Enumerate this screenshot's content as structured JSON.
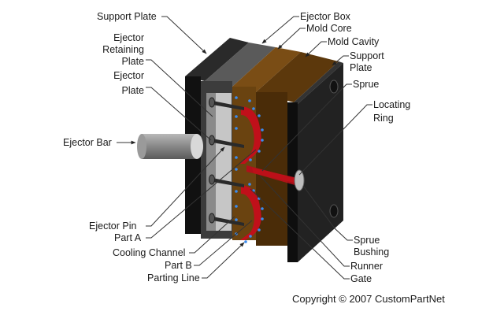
{
  "diagram": {
    "title": "Injection mold cross-section",
    "labels": {
      "support_plate_left": "Support Plate",
      "ejector_retaining_plate": [
        "Ejector",
        "Retaining",
        "Plate"
      ],
      "ejector_plate": [
        "Ejector",
        "Plate"
      ],
      "ejector_bar": "Ejector Bar",
      "ejector_pin": "Ejector Pin",
      "part_a": "Part A",
      "cooling_channel": "Cooling Channel",
      "part_b": "Part B",
      "parting_line": "Parting Line",
      "ejector_box": "Ejector Box",
      "mold_core": "Mold Core",
      "mold_cavity": "Mold Cavity",
      "support_plate_right": [
        "Support",
        "Plate"
      ],
      "sprue": "Sprue",
      "locating_ring": [
        "Locating",
        "Ring"
      ],
      "sprue_bushing": [
        "Sprue",
        "Bushing"
      ],
      "runner": "Runner",
      "gate": "Gate"
    },
    "colors": {
      "steel_dark": "#1c1c1c",
      "steel_gray": "#4a4a4a",
      "core_brown": "#6a4310",
      "cavity_brown": "#4a2c08",
      "plastic_red": "#c0101a",
      "cooling_blue": "#3a8cf0"
    }
  },
  "copyright": "Copyright © 2007 CustomPartNet"
}
